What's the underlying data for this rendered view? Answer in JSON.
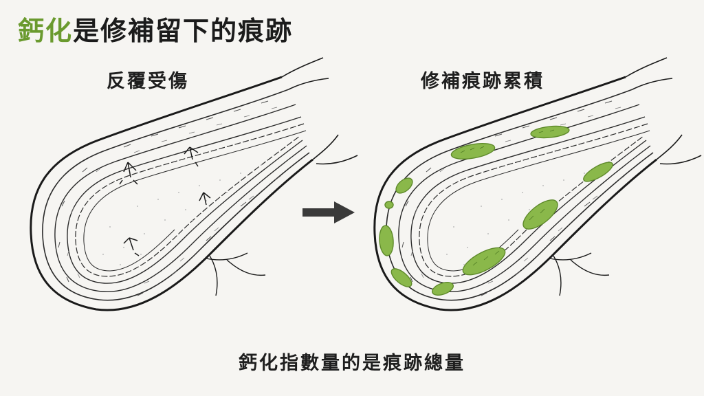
{
  "title": {
    "accent": "鈣化",
    "rest": "是修補留下的痕跡"
  },
  "panels": {
    "left": {
      "label": "反覆受傷"
    },
    "right": {
      "label": "修補痕跡累積"
    }
  },
  "caption": "鈣化指數量的是痕跡總量",
  "colors": {
    "plaque": "#8ab84a",
    "plaque_stroke": "#5e8a2a",
    "ink": "#1a1a1a",
    "arrow": "#3a3a3a"
  },
  "icons": {
    "arrow": "right-arrow-icon",
    "injury": "injury-spark-icon"
  }
}
